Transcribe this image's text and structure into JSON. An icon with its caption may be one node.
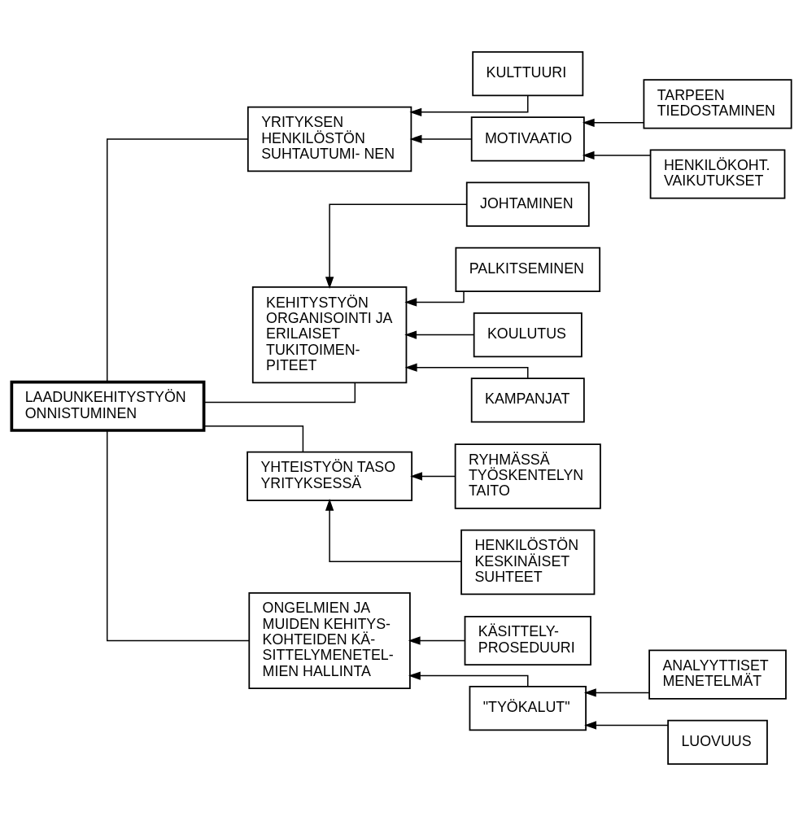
{
  "diagram": {
    "nodes": [
      {
        "text": [
          "LAADUNKEHITYSTYÖN ONNISTUMINEN"
        ]
      },
      {
        "text": [
          "YRITYKSEN HENKILÖSTÖN SUHTAUTUMI- NEN"
        ]
      },
      {
        "text": [
          "KULTTUURI"
        ]
      },
      {
        "text": [
          "TARPEEN TIEDOSTAMINEN"
        ]
      },
      {
        "text": [
          "MOTIVAATIO"
        ]
      },
      {
        "text": [
          "HENKILÖKOHT. VAIKUTUKSET"
        ]
      },
      {
        "text": [
          "KEHITYSTYÖN ORGANISOINTI JA ERILAISET TUKITOIMEN- PITEET"
        ]
      },
      {
        "text": [
          "JOHTAMINEN"
        ]
      },
      {
        "text": [
          "PALKITSEMINEN"
        ]
      },
      {
        "text": [
          "KOULUTUS"
        ]
      },
      {
        "text": [
          "KAMPANJAT"
        ]
      },
      {
        "text": [
          "YHTEISTYÖN TASO YRITYKSESSÄ"
        ]
      },
      {
        "text": [
          "RYHMÄSSÄ TYÖSKENTELYN TAITO"
        ]
      },
      {
        "text": [
          "HENKILÖSTÖN KESKINÄISET SUHTEET"
        ]
      },
      {
        "text": [
          "ONGELMIEN JA MUIDEN KEHITYS- KOHTEIDEN KÄ- SITTELYMENETEL- MIEN HALLINTA"
        ]
      },
      {
        "text": [
          "KÄSITTELY- PROSEDUURI"
        ]
      },
      {
        "text": [
          "ANALYYTTISET MENETELMÄT"
        ]
      },
      {
        "text": [
          "\"TYÖKALUT\""
        ]
      },
      {
        "text": [
          "LUOVUUS"
        ]
      }
    ],
    "edges": [
      {
        "from": 1,
        "to": 0,
        "arrow": "none"
      },
      {
        "from": 6,
        "to": 0,
        "arrow": "none"
      },
      {
        "from": 11,
        "to": 0,
        "arrow": "none"
      },
      {
        "from": 14,
        "to": 0,
        "arrow": "none"
      },
      {
        "from": 2,
        "to": 1,
        "arrow": "to"
      },
      {
        "from": 4,
        "to": 1,
        "arrow": "to"
      },
      {
        "from": 3,
        "to": 4,
        "arrow": "to"
      },
      {
        "from": 5,
        "to": 4,
        "arrow": "to"
      },
      {
        "from": 7,
        "to": 6,
        "arrow": "to"
      },
      {
        "from": 9,
        "to": 6,
        "arrow": "to"
      },
      {
        "from": 8,
        "to": 6,
        "arrow": "to"
      },
      {
        "from": 10,
        "to": 6,
        "arrow": "to"
      },
      {
        "from": 12,
        "to": 11,
        "arrow": "to"
      },
      {
        "from": 13,
        "to": 11,
        "arrow": "to"
      },
      {
        "from": 15,
        "to": 14,
        "arrow": "to"
      },
      {
        "from": 17,
        "to": 14,
        "arrow": "to"
      },
      {
        "from": 16,
        "to": 17,
        "arrow": "to"
      },
      {
        "from": 18,
        "to": 17,
        "arrow": "to"
      }
    ]
  }
}
